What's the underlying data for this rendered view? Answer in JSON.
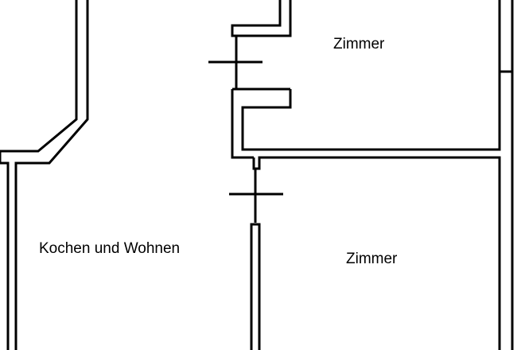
{
  "plan": {
    "rooms": [
      {
        "id": "zimmer-top",
        "label": "Zimmer"
      },
      {
        "id": "kochen-wohnen",
        "label": "Kochen und Wohnen"
      },
      {
        "id": "zimmer-bottom",
        "label": "Zimmer"
      }
    ],
    "colors": {
      "wall": "#000000",
      "background": "#ffffff"
    }
  }
}
